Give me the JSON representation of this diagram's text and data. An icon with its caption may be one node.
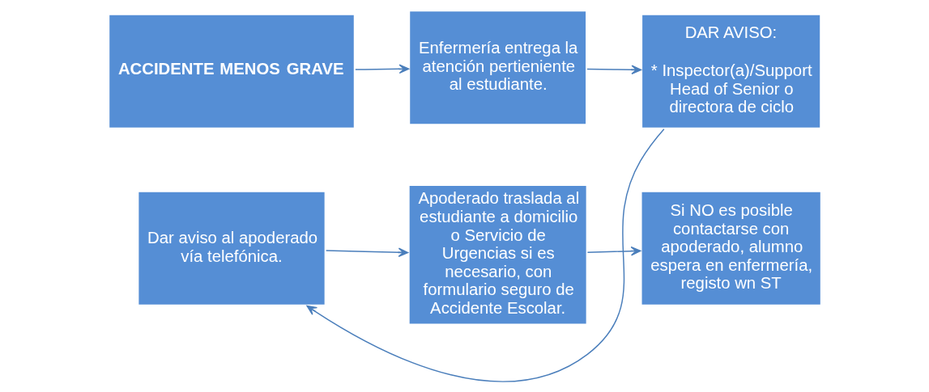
{
  "diagram": {
    "nodes": [
      {
        "text": [
          "ACCIDENTE MENOS GRAVE"
        ]
      },
      {
        "text": [
          "Enfermería entrega la atención pertieniente al estudiante."
        ]
      },
      {
        "text": [
          "DAR AVISO:",
          "* Inspector(a)/Support Head of Senior o directora de ciclo"
        ]
      },
      {
        "text": [
          "Dar aviso al apoderado vía telefónica."
        ]
      },
      {
        "text": [
          "Apoderado traslada al estudiante a domicilio o Servicio de Urgencias si es necesario, con formulario seguro de Accidente Escolar."
        ]
      },
      {
        "text": [
          "Si NO es posible contactarse con apoderado, alumno espera en enfermería, registo wn ST"
        ]
      }
    ],
    "edges": [
      {
        "from": 0,
        "to": 1,
        "arrow": "to"
      },
      {
        "from": 1,
        "to": 2,
        "arrow": "to"
      },
      {
        "from": 2,
        "to": 3,
        "arrow": "to"
      },
      {
        "from": 3,
        "to": 4,
        "arrow": "to"
      },
      {
        "from": 4,
        "to": 5,
        "arrow": "to"
      }
    ]
  }
}
